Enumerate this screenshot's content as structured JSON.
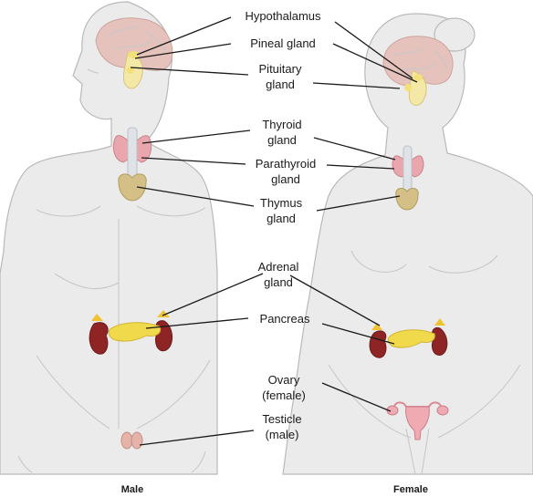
{
  "labels": {
    "hypothalamus": "Hypothalamus",
    "pineal": "Pineal gland",
    "pituitary_1": "Pituitary",
    "pituitary_2": "gland",
    "thyroid_1": "Thyroid",
    "thyroid_2": "gland",
    "parathyroid_1": "Parathyroid",
    "parathyroid_2": "gland",
    "thymus_1": "Thymus",
    "thymus_2": "gland",
    "adrenal_1": "Adrenal",
    "adrenal_2": "gland",
    "pancreas": "Pancreas",
    "ovary_1": "Ovary",
    "ovary_2": "(female)",
    "testicle_1": "Testicle",
    "testicle_2": "(male)"
  },
  "captions": {
    "male": "Male",
    "female": "Female"
  },
  "colors": {
    "body_fill": "#ebebeb",
    "brain": "#e6c2bc",
    "gland_yellow": "#f3e07a",
    "thyroid": "#e9a6ac",
    "thymus": "#d4bf86",
    "kidney": "#8e2424",
    "pancreas": "#f1d94c",
    "uterus": "#efaab2",
    "testicle": "#e5b3a8"
  }
}
